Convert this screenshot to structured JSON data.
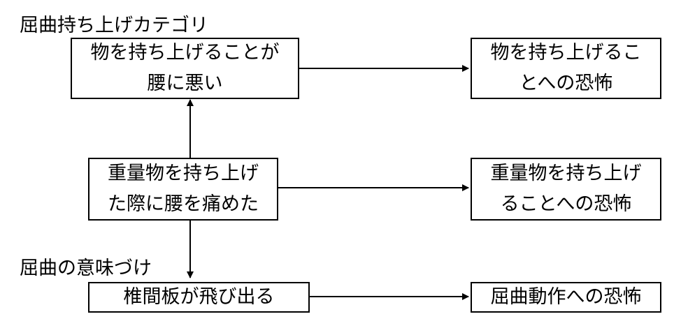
{
  "diagram": {
    "categories": {
      "lifting": "屈曲持ち上げカテゴリ",
      "flexion": "屈曲の意味づけ"
    },
    "boxes": {
      "lifting_bad": [
        "物を持ち上げることが",
        "腰に悪い"
      ],
      "lifting_fear": [
        "物を持ち上げるこ",
        "とへの恐怖"
      ],
      "injury": [
        "重量物を持ち上げ",
        "た際に腰を痛めた"
      ],
      "heavy_fear": [
        "重量物を持ち上げ",
        "ることへの恐怖"
      ],
      "disc": [
        "椎間板が飛び出る"
      ],
      "flexion_fear": [
        "屈曲動作への恐怖"
      ]
    }
  }
}
